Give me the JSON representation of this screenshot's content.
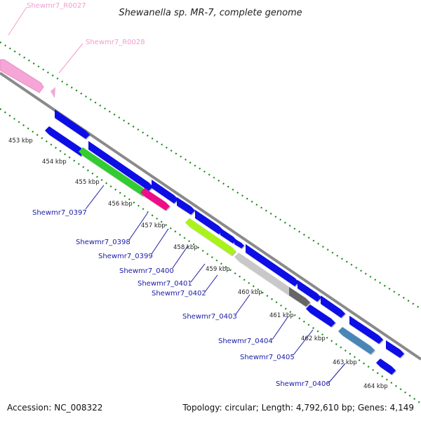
{
  "title": "Shewanella sp. MR-7, complete genome",
  "footer": {
    "accession": "Accession: NC_008322",
    "summary": "Topology: circular; Length: 4,792,610 bp; Genes: 4,149"
  },
  "colors": {
    "blue": "#0a0ae6",
    "green": "#33cc33",
    "magenta": "#ee1188",
    "lime": "#aaf21f",
    "light_gray": "#c8c8c8",
    "dark_gray": "#666666",
    "steel": "#4a86b8",
    "pink": "#f5a6d6",
    "tick": "#1a8a1a",
    "backbone": "#8a8a8a"
  },
  "kbp_labels": [
    "453 kbp",
    "454 kbp",
    "455 kbp",
    "456 kbp",
    "457 kbp",
    "458 kbp",
    "459 kbp",
    "460 kbp",
    "461 kbp",
    "462 kbp",
    "463 kbp",
    "464 kbp"
  ],
  "gene_labels": [
    "Shewmr7_0397",
    "Shewmr7_0398",
    "Shewmr7_0399",
    "Shewmr7_0400",
    "Shewmr7_0401",
    "Shewmr7_0402",
    "Shewmr7_0403",
    "Shewmr7_0404",
    "Shewmr7_0405",
    "Shewmr7_0406"
  ],
  "other_labels": [
    "Shewmr7_R0027",
    "Shewmr7_R0028"
  ]
}
